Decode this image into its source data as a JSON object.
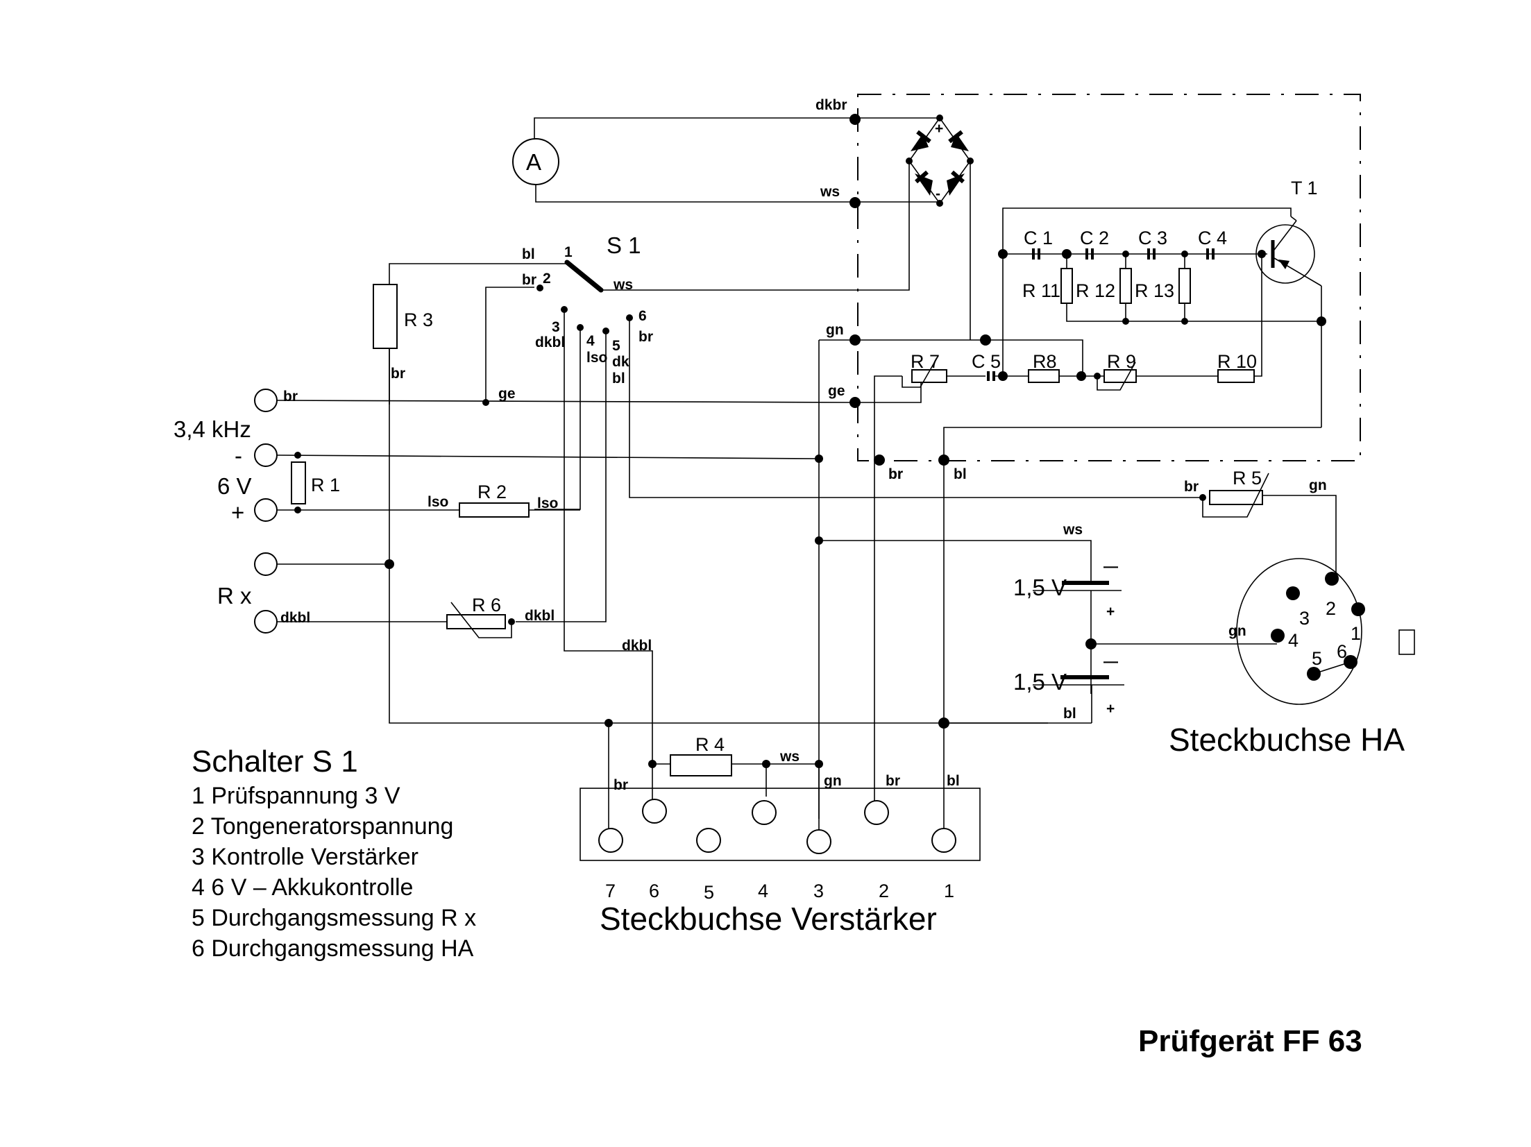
{
  "title": "Prüfgerät FF 63",
  "legend": {
    "heading": "Schalter S 1",
    "items": [
      "1 Prüfspannung 3 V",
      "2 Tongeneratorspannung",
      "3 Kontrolle Verstärker",
      "4 6 V – Akkukontrolle",
      "5 Durchgangsmessung R x",
      "6 Durchgangsmessung HA"
    ]
  },
  "connectors": {
    "amplifier": {
      "label": "Steckbuchse Verstärker",
      "pins": [
        "7",
        "6",
        "5",
        "4",
        "3",
        "2",
        "1"
      ]
    },
    "ha": {
      "label": "Steckbuchse HA",
      "pins": [
        "1",
        "2",
        "3",
        "4",
        "5",
        "6"
      ]
    }
  },
  "components": {
    "meter": "A",
    "switch": "S 1",
    "transistor": "T 1",
    "r1": "R 1",
    "r2": "R 2",
    "r3": "R 3",
    "r4": "R 4",
    "r5": "R 5",
    "r6": "R 6",
    "r7": "R 7",
    "r8": "R8",
    "r9": "R 9",
    "r10": "R 10",
    "r11": "R 11",
    "r12": "R 12",
    "r13": "R 13",
    "c1": "C 1",
    "c2": "C 2",
    "c3": "C 3",
    "c4": "C 4",
    "c5": "C 5",
    "bat1": "1,5 V",
    "bat2": "1,5 V",
    "bridge_plus": "+",
    "bridge_minus": "-"
  },
  "terminals": {
    "freq": "3,4 kHz",
    "volt": "6 V",
    "minus": "-",
    "plus": "+",
    "rx": "R x"
  },
  "switch_positions": {
    "p1": "1",
    "p2": "2",
    "p3": "3",
    "p4": "4",
    "p5": "5",
    "p6": "6"
  },
  "wire_colors": {
    "dkbr": "dkbr",
    "ws": "ws",
    "bl": "bl",
    "br": "br",
    "ge": "ge",
    "gn": "gn",
    "dkbl": "dkbl",
    "lso": "lso",
    "dk": "dk"
  },
  "bat_signs": {
    "minus": "—",
    "plus": "+"
  }
}
